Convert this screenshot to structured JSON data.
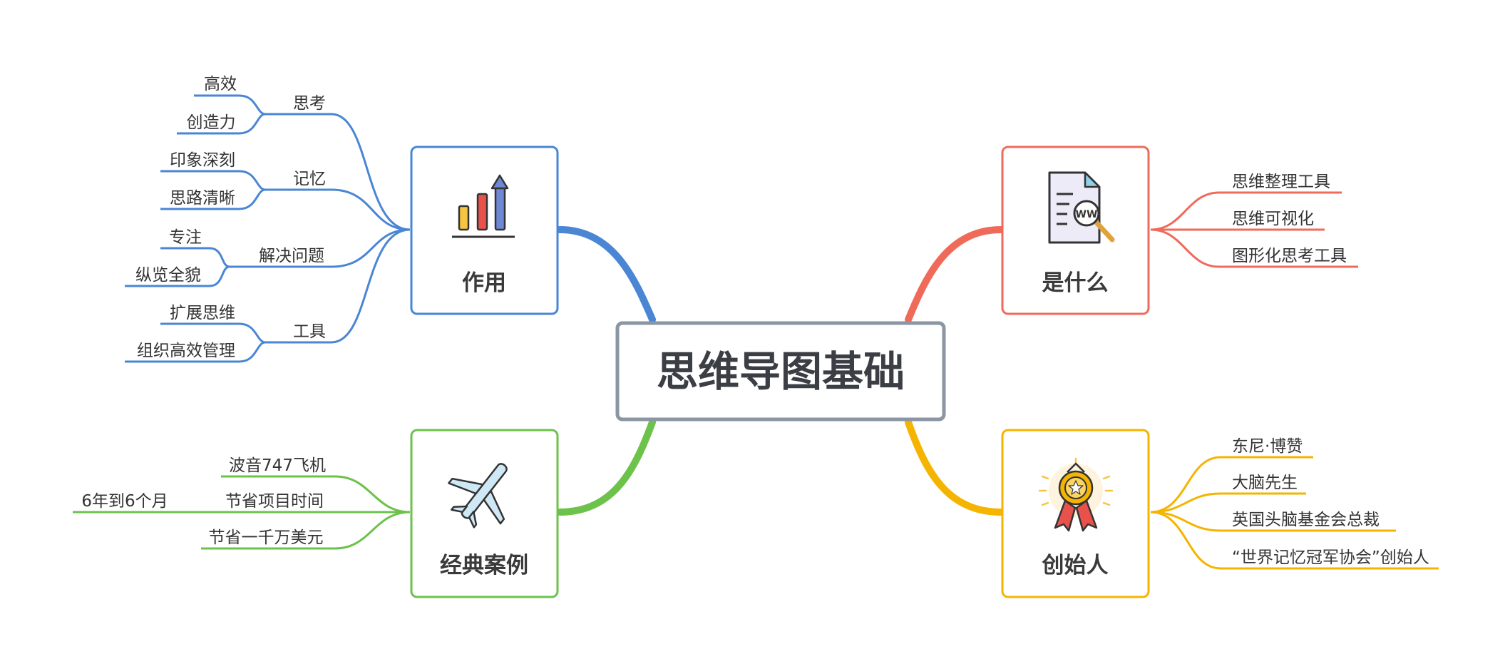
{
  "colors": {
    "blue": "#4a86d4",
    "red": "#f06a5a",
    "green": "#6cc24a",
    "yellow": "#f5b400",
    "central_border": "#8a96a3",
    "text": "#333333"
  },
  "central": {
    "label": "思维导图基础"
  },
  "topics": {
    "zuoyong": {
      "label": "作用",
      "icon": "bar-chart-icon",
      "groups": {
        "sikao": {
          "label": "思考",
          "leaves": [
            "高效",
            "创造力"
          ]
        },
        "jiyi": {
          "label": "记忆",
          "leaves": [
            "印象深刻",
            "思路清晰"
          ]
        },
        "jiejue": {
          "label": "解决问题",
          "leaves": [
            "专注",
            "纵览全貌"
          ]
        },
        "gongju": {
          "label": "工具",
          "leaves": [
            "扩展思维",
            "组织高效管理"
          ]
        }
      }
    },
    "jingdian": {
      "label": "经典案例",
      "icon": "airplane-icon",
      "items": {
        "boyin": {
          "label": "波音747飞机"
        },
        "jiesheng": {
          "label": "节省项目时间",
          "child": "6年到6个月"
        },
        "qianwan": {
          "label": "节省一千万美元"
        }
      }
    },
    "shishenme": {
      "label": "是什么",
      "icon": "document-search-icon",
      "icon_text": "WW",
      "items": [
        "思维整理工具",
        "思维可视化",
        "图形化思考工具"
      ]
    },
    "chuangshi": {
      "label": "创始人",
      "icon": "award-medal-icon",
      "items": [
        "东尼·博赞",
        "大脑先生",
        "英国头脑基金会总裁",
        "“世界记忆冠军协会”创始人"
      ]
    }
  }
}
